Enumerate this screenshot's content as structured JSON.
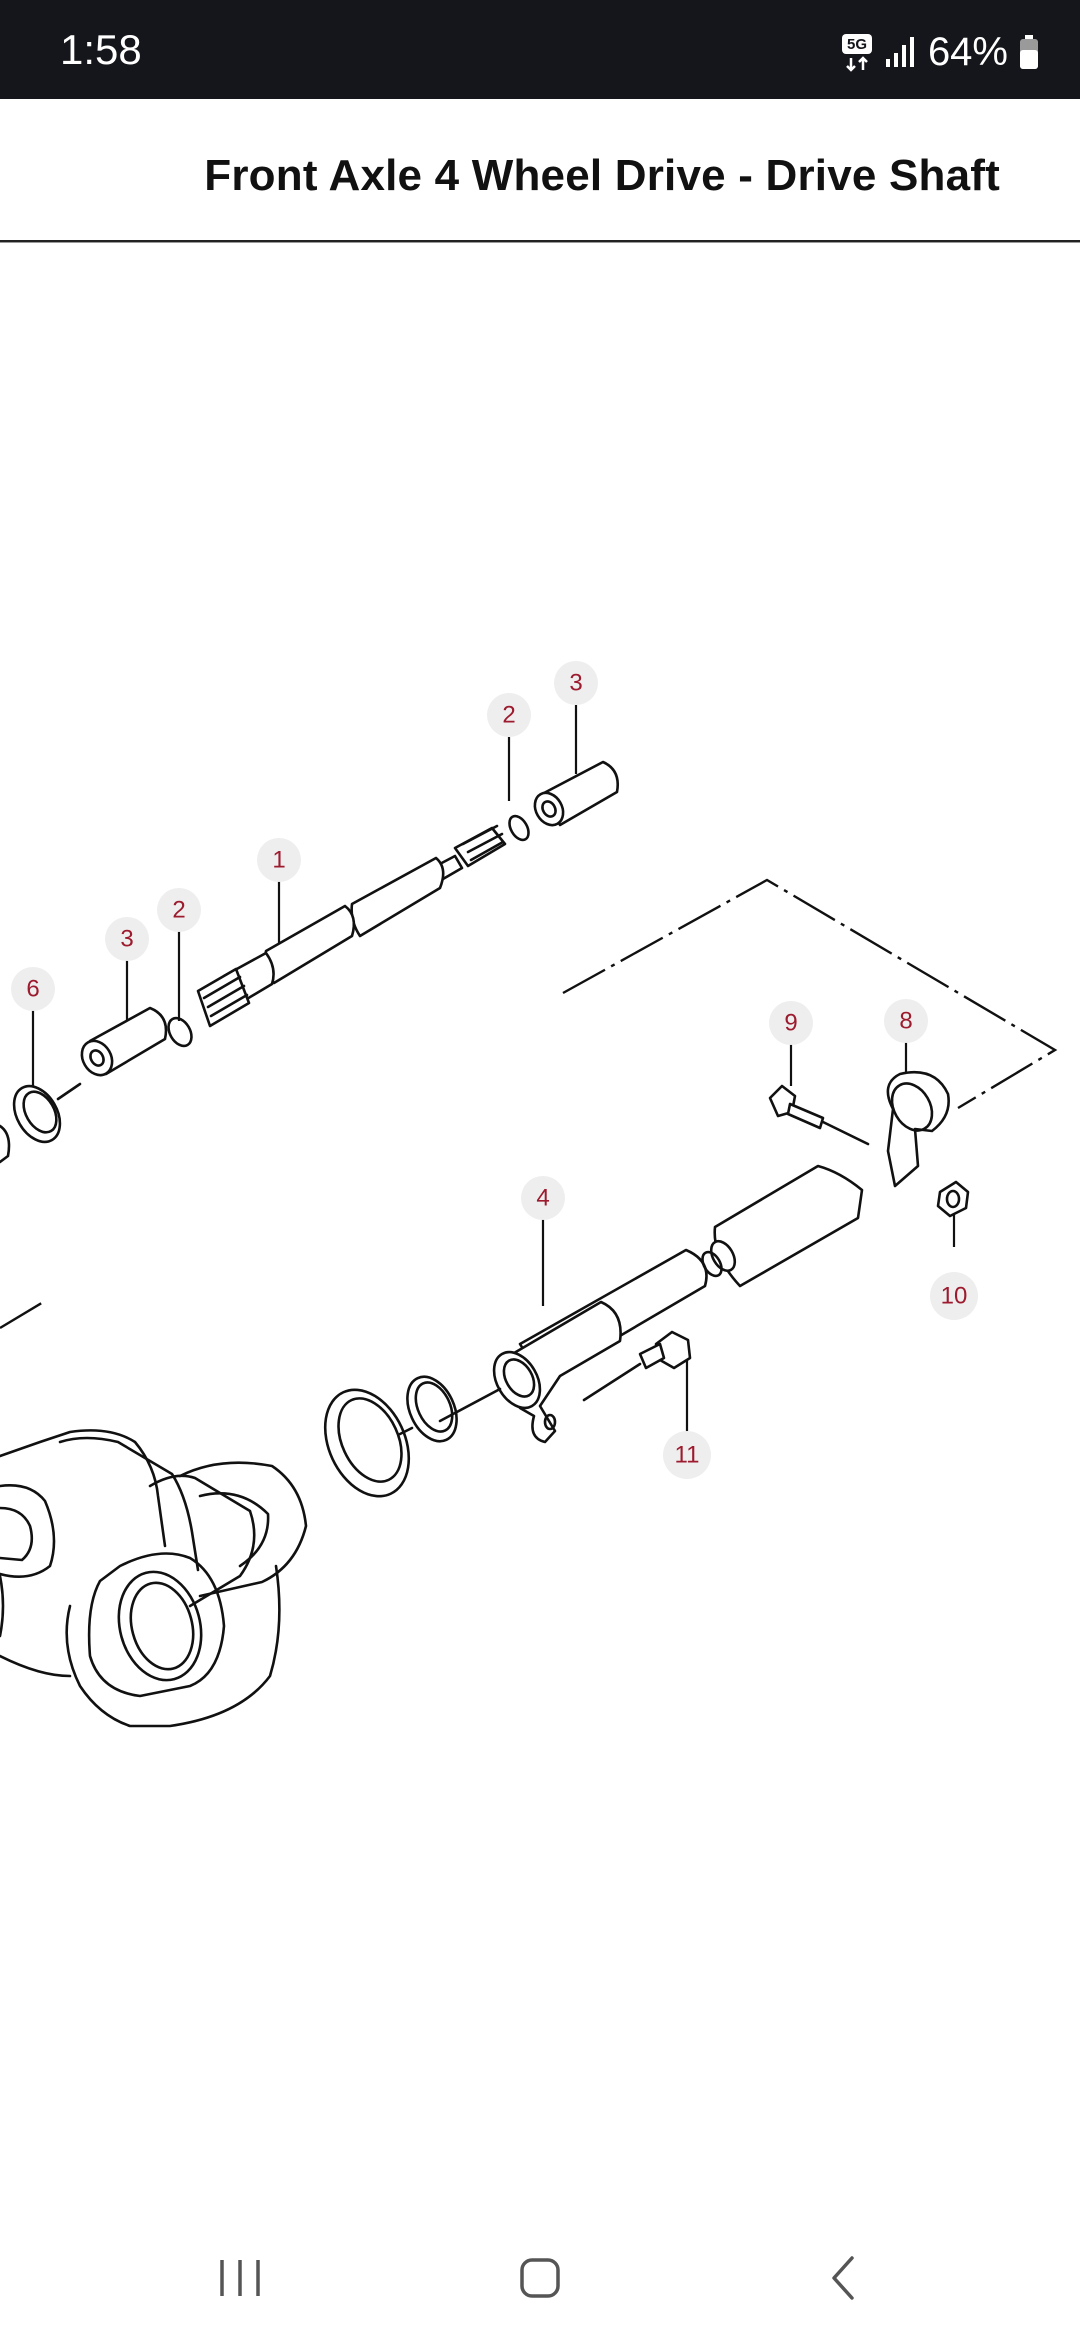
{
  "status": {
    "time": "1:58",
    "network": "5G",
    "battery": "64%",
    "icons": [
      "5g-icon",
      "signal-icon",
      "battery-icon"
    ]
  },
  "header": {
    "title": "Front Axle 4 Wheel Drive - Drive Shaft"
  },
  "diagram": {
    "callouts": [
      "3",
      "2",
      "1",
      "2",
      "3",
      "6",
      "9",
      "8",
      "4",
      "10",
      "11"
    ]
  },
  "navbar": {
    "icons": [
      "recent-apps-icon",
      "home-icon",
      "back-icon"
    ]
  },
  "colors": {
    "status_bar": "#15161b",
    "callout_text": "#9c1b2e",
    "callout_bg": "#eeeeee"
  }
}
